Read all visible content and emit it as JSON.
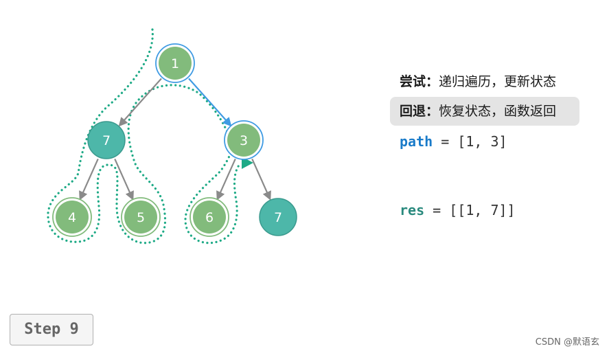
{
  "tree": {
    "nodes": [
      {
        "id": "n1",
        "label": "1",
        "state": "visited",
        "ring": "blue"
      },
      {
        "id": "n7a",
        "label": "7",
        "state": "selected",
        "ring": "none"
      },
      {
        "id": "n3",
        "label": "3",
        "state": "visited",
        "ring": "blue"
      },
      {
        "id": "n4",
        "label": "4",
        "state": "visited",
        "ring": "green"
      },
      {
        "id": "n5",
        "label": "5",
        "state": "visited",
        "ring": "green"
      },
      {
        "id": "n6",
        "label": "6",
        "state": "visited",
        "ring": "green"
      },
      {
        "id": "n7b",
        "label": "7",
        "state": "selected",
        "ring": "none"
      }
    ],
    "edges": [
      {
        "from": "n1",
        "to": "n7a",
        "style": "gray"
      },
      {
        "from": "n1",
        "to": "n3",
        "style": "blue"
      },
      {
        "from": "n7a",
        "to": "n4",
        "style": "gray"
      },
      {
        "from": "n7a",
        "to": "n5",
        "style": "gray"
      },
      {
        "from": "n3",
        "to": "n6",
        "style": "gray"
      },
      {
        "from": "n3",
        "to": "n7b",
        "style": "gray"
      }
    ]
  },
  "legend": {
    "try_key": "尝试",
    "try_sep": "：",
    "try_text": "递归遍历，更新状态",
    "back_key": "回退",
    "back_sep": "：",
    "back_text": "恢复状态，函数返回"
  },
  "code": {
    "path_kw": "path",
    "path_rest": " = [1, 3]",
    "res_kw": "res",
    "res_rest": " = [[1, 7]]"
  },
  "step_label": "Step 9",
  "watermark": "CSDN @默语玄",
  "colors": {
    "visited_fill": "#82bb7c",
    "selected_fill": "#4db7a9",
    "blue_ring": "#3f9be3",
    "green_ring": "#82bb7c",
    "teal_ring": "#4db7a9",
    "edge_gray": "#8a8a8a",
    "edge_blue": "#3f9be3",
    "dots": "#1eaa86",
    "path_kw": "#1a7bc9",
    "res_kw": "#2a8a7e"
  }
}
